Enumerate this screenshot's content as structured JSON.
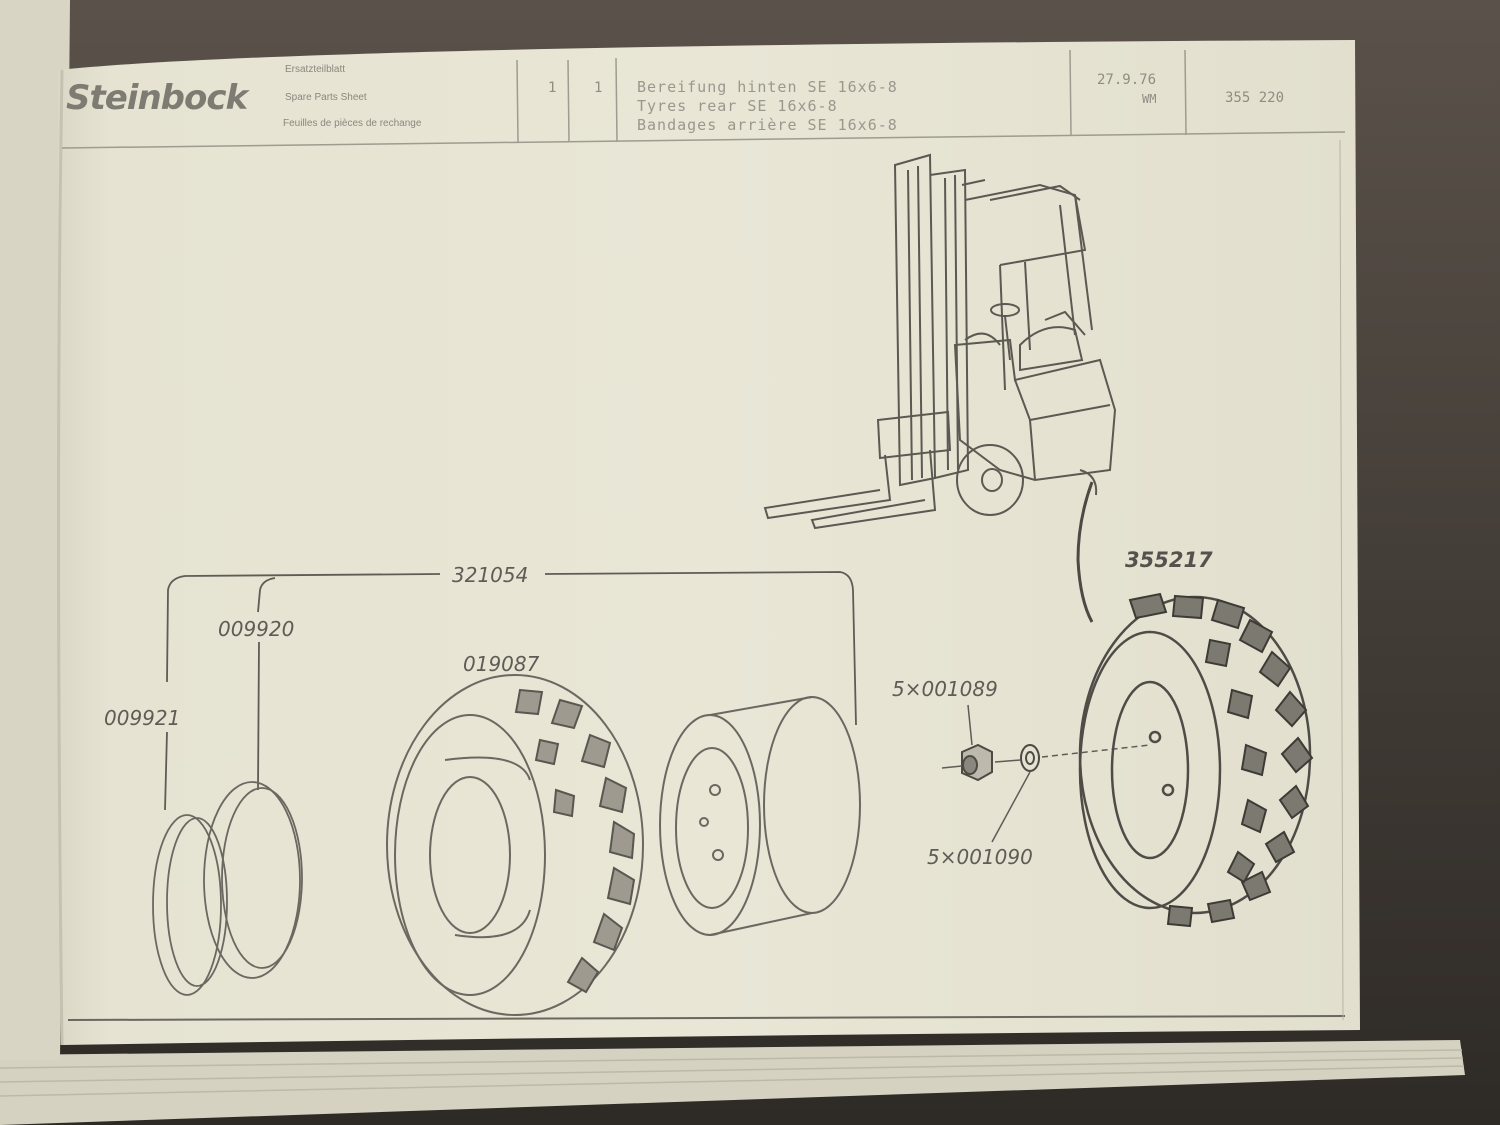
{
  "header": {
    "logo": "Steinbock",
    "sheet_labels": {
      "german": "Ersatzteilblatt",
      "english": "Spare Parts Sheet",
      "french": "Feuilles de pièces de rechange"
    },
    "col1_value": "1",
    "col2_value": "1",
    "description_lines": [
      "Bereifung hinten SE 16x6-8",
      "Tyres rear SE 16x6-8",
      "Bandages arrière SE 16x6-8"
    ],
    "date": "27.9.76",
    "initials": "WM",
    "group_number": "355 220"
  },
  "part_labels": {
    "assembly": "321054",
    "wheel_complete": "355217",
    "lock_ring": "009920",
    "side_ring": "009921",
    "tyre": "019087",
    "nut": "5×001089",
    "washer": "5×001090"
  }
}
